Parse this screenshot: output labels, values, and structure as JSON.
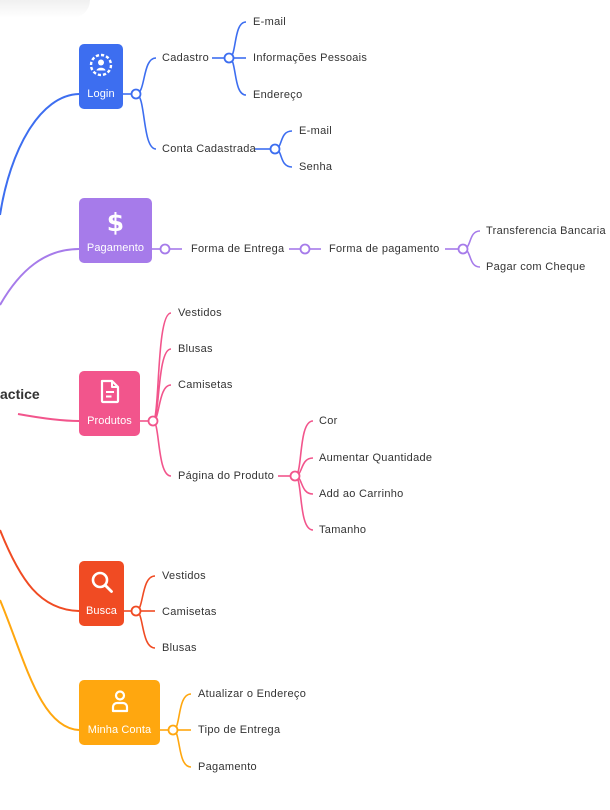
{
  "root": {
    "label": "actice"
  },
  "branches": {
    "login": {
      "label": "Login",
      "icon": "gear-user-icon",
      "color": "#3d6ef0",
      "children": {
        "cadastro": {
          "label": "Cadastro",
          "items": [
            "E-mail",
            "Informações Pessoais",
            "Endereço"
          ]
        },
        "conta": {
          "label": "Conta Cadastrada",
          "items": [
            "E-mail",
            "Senha"
          ]
        }
      }
    },
    "pagamento": {
      "label": "Pagamento",
      "icon": "dollar-icon",
      "color": "#a67bea",
      "chain": [
        "Forma de Entrega",
        "Forma de pagamento"
      ],
      "items": [
        "Transferencia Bancaria",
        "Pagar com Cheque"
      ]
    },
    "produtos": {
      "label": "Produtos",
      "icon": "document-icon",
      "color": "#f2558c",
      "items": [
        "Vestidos",
        "Blusas",
        "Camisetas"
      ],
      "pagina": {
        "label": "Página do Produto",
        "items": [
          "Cor",
          "Aumentar Quantidade",
          "Add ao Carrinho",
          "Tamanho"
        ]
      }
    },
    "busca": {
      "label": "Busca",
      "icon": "search-icon",
      "color": "#f04b23",
      "items": [
        "Vestidos",
        "Camisetas",
        "Blusas"
      ]
    },
    "minha_conta": {
      "label": "Minha Conta",
      "icon": "user-icon",
      "color": "#ffa70f",
      "items": [
        "Atualizar o Endereço",
        "Tipo de Entrega",
        "Pagamento"
      ]
    }
  }
}
